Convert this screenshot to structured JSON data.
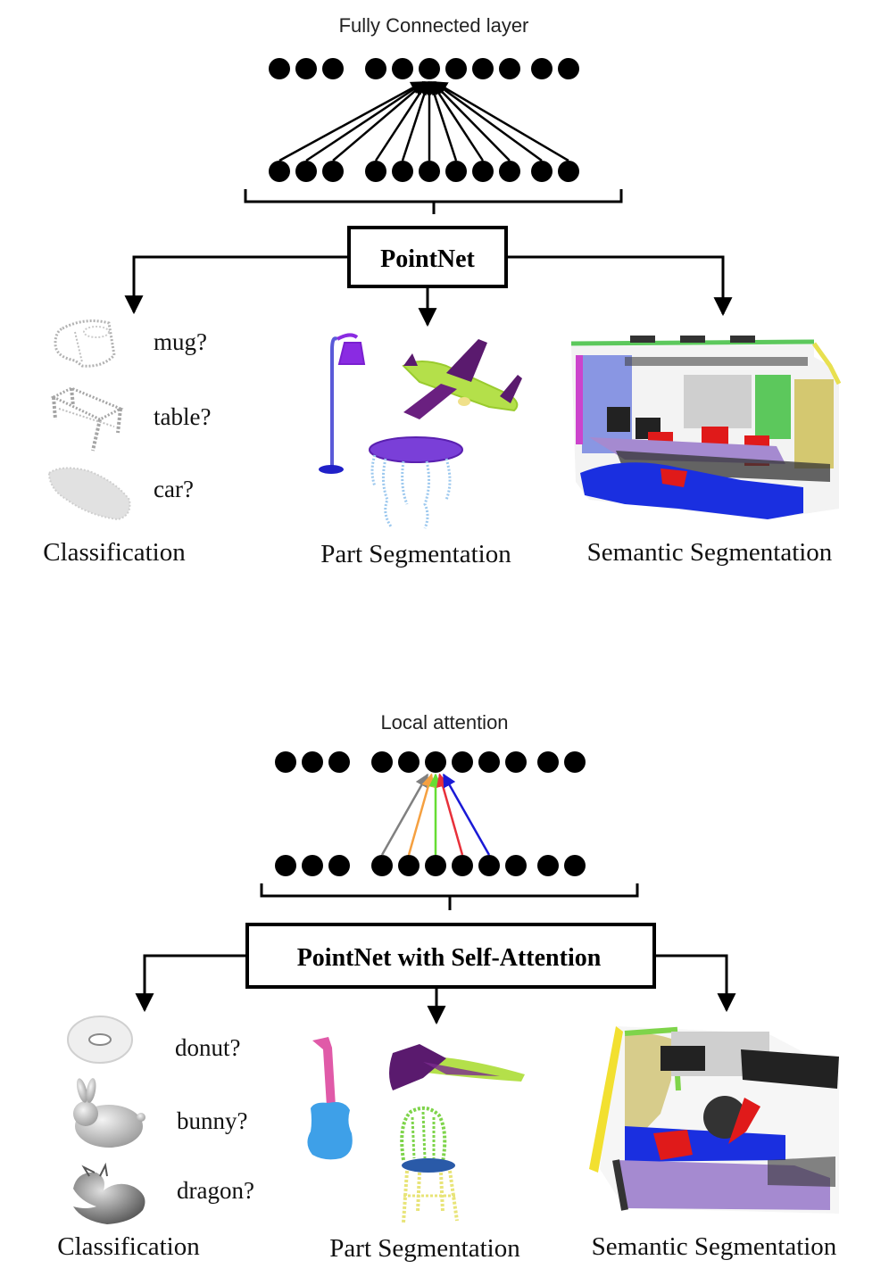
{
  "top": {
    "layer_label": "Fully Connected layer",
    "model_label": "PointNet",
    "classification": {
      "title": "Classification",
      "items": [
        "mug?",
        "table?",
        "car?"
      ],
      "icons": [
        "mug-pointcloud-icon",
        "table-pointcloud-icon",
        "car-pointcloud-icon"
      ]
    },
    "part_segmentation": {
      "title": "Part Segmentation",
      "objects": [
        "lamp-pointcloud",
        "airplane-pointcloud",
        "table-pointcloud"
      ]
    },
    "semantic_segmentation": {
      "title": "Semantic Segmentation",
      "objects": [
        "indoor-room-pointcloud"
      ]
    }
  },
  "bottom": {
    "layer_label": "Local attention",
    "model_label": "PointNet with Self-Attention",
    "classification": {
      "title": "Classification",
      "items": [
        "donut?",
        "bunny?",
        "dragon?"
      ],
      "icons": [
        "donut-mesh-icon",
        "bunny-mesh-icon",
        "dragon-mesh-icon"
      ]
    },
    "part_segmentation": {
      "title": "Part Segmentation",
      "objects": [
        "guitar-pointcloud",
        "airplane-pointcloud",
        "chair-pointcloud"
      ]
    },
    "semantic_segmentation": {
      "title": "Semantic Segmentation",
      "objects": [
        "indoor-room-pointcloud-topdown"
      ]
    }
  },
  "colors": {
    "node": "#000000",
    "attention_arrows": [
      "#808080",
      "#f5a040",
      "#66dd33",
      "#e8303a",
      "#1a1ad6"
    ],
    "lamp": "#8a2be2",
    "airplane_body": "#b4e04a",
    "airplane_wing": "#5a1a6e",
    "table_top": "#7a3fd8",
    "table_legs": "#9cc8ee",
    "room_blue": "#1a2fe0",
    "room_red": "#e01a1a",
    "room_purple": "#a58ad0",
    "room_green": "#5cc85c",
    "room_yellow": "#e8e050",
    "room_gray": "#c8c8c8",
    "room_black": "#222222"
  }
}
